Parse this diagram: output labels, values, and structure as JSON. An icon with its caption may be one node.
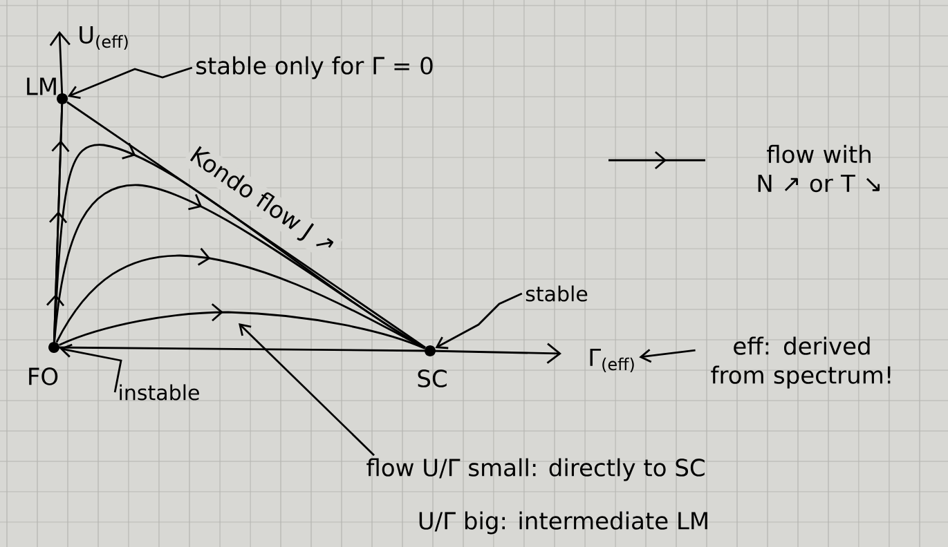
{
  "diagram": {
    "nodes": [
      {
        "text": [],
        "shape": "circle",
        "beside": [
          "LM"
        ]
      },
      {
        "text": [],
        "shape": "circle",
        "beside": [
          "FO"
        ]
      },
      {
        "text": [],
        "shape": "circle",
        "beside": [
          "SC"
        ]
      },
      {
        "text": [
          "stable only for Γ = 0"
        ]
      },
      {
        "text": [
          "instable"
        ]
      },
      {
        "text": [
          "stable"
        ]
      },
      {
        "text": [
          "Γ$_{(eff)}$"
        ]
      },
      {
        "text": [
          "eff: derived from spectrum!"
        ]
      },
      {
        "text": [
          "flow U/Γ small: directly to SC"
        ]
      }
    ],
    "edges": [
      {
        "from": 1,
        "to": 0,
        "arrow": "to"
      },
      {
        "from": 0,
        "to": 2,
        "arrow": "none",
        "label": "Kondo flow J ↗"
      },
      {
        "from": 1,
        "to": 2,
        "arrow": "to"
      },
      {
        "from": 1,
        "to": 2,
        "arrow": "to"
      },
      {
        "from": 1,
        "to": 2,
        "arrow": "to"
      },
      {
        "from": 1,
        "to": 2,
        "arrow": "to"
      },
      {
        "from": 3,
        "to": 0,
        "arrow": "to"
      },
      {
        "from": 4,
        "to": 1,
        "arrow": "to"
      },
      {
        "from": 5,
        "to": 2,
        "arrow": "to"
      },
      {
        "from": 7,
        "to": 6,
        "arrow": "to"
      },
      {
        "from": 8,
        "to": null,
        "arrow": "to"
      }
    ],
    "labels": [
      "U$_{(eff)}$",
      "U/Γ big: intermediate LM"
    ],
    "legend": [
      {
        "text": "flow with N ↗ or T ↘"
      }
    ]
  }
}
